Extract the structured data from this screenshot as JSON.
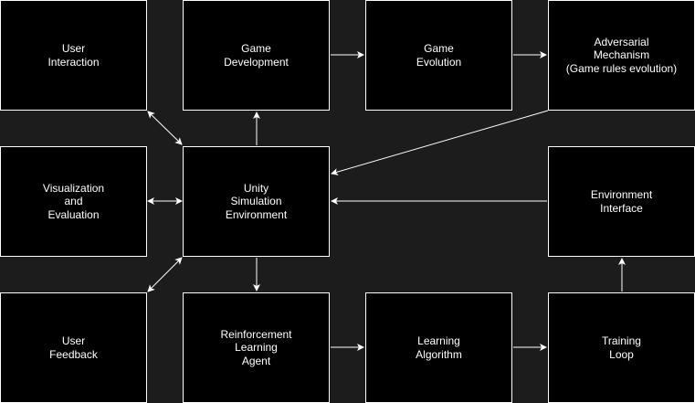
{
  "diagram": {
    "nodes": [
      {
        "id": "user-interaction",
        "label": "User\nInteraction"
      },
      {
        "id": "game-development",
        "label": "Game\nDevelopment"
      },
      {
        "id": "game-evolution",
        "label": "Game\nEvolution"
      },
      {
        "id": "adversarial-mechanism",
        "label": "Adversarial\nMechanism\n(Game rules evolution)"
      },
      {
        "id": "visualization-evaluation",
        "label": "Visualization\nand\nEvaluation"
      },
      {
        "id": "unity-simulation",
        "label": "Unity\nSimulation\nEnvironment"
      },
      {
        "id": "environment-interface",
        "label": "Environment\nInterface"
      },
      {
        "id": "user-feedback",
        "label": "User\nFeedback"
      },
      {
        "id": "rl-agent",
        "label": "Reinforcement\nLearning\nAgent"
      },
      {
        "id": "learning-algorithm",
        "label": "Learning\nAlgorithm"
      },
      {
        "id": "training-loop",
        "label": "Training\nLoop"
      }
    ],
    "edges": [
      {
        "from": "unity-simulation",
        "to": "game-development",
        "bidirectional": false
      },
      {
        "from": "game-development",
        "to": "game-evolution",
        "bidirectional": false
      },
      {
        "from": "game-evolution",
        "to": "adversarial-mechanism",
        "bidirectional": false
      },
      {
        "from": "adversarial-mechanism",
        "to": "unity-simulation",
        "bidirectional": false
      },
      {
        "from": "user-interaction",
        "to": "unity-simulation",
        "bidirectional": true
      },
      {
        "from": "visualization-evaluation",
        "to": "unity-simulation",
        "bidirectional": true
      },
      {
        "from": "user-feedback",
        "to": "unity-simulation",
        "bidirectional": true
      },
      {
        "from": "environment-interface",
        "to": "unity-simulation",
        "bidirectional": false
      },
      {
        "from": "unity-simulation",
        "to": "rl-agent",
        "bidirectional": false
      },
      {
        "from": "rl-agent",
        "to": "learning-algorithm",
        "bidirectional": false
      },
      {
        "from": "learning-algorithm",
        "to": "training-loop",
        "bidirectional": false
      },
      {
        "from": "training-loop",
        "to": "environment-interface",
        "bidirectional": false
      }
    ]
  },
  "colors": {
    "background": "#1c1c1c",
    "node_fill": "#000000",
    "node_border": "#ffffff",
    "text": "#ffffff",
    "edge": "#ffffff"
  }
}
